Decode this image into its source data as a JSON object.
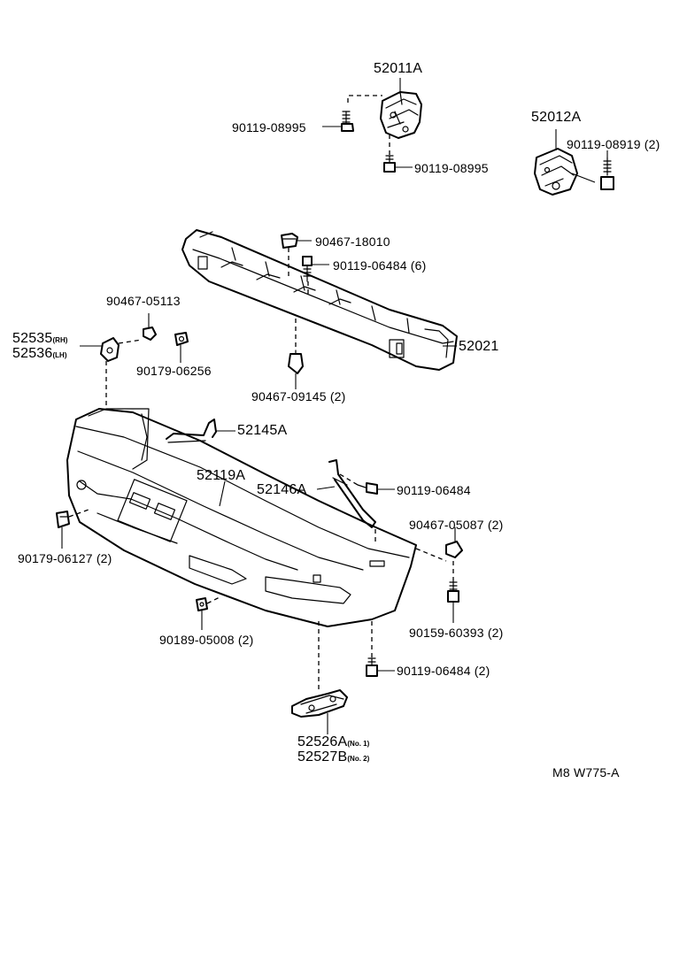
{
  "parts": {
    "p52011A": "52011A",
    "p52012A": "52012A",
    "p90119_08995_a": "90119-08995",
    "p90119_08995_b": "90119-08995",
    "p90119_08919": "90119-08919 (2)",
    "p90467_18010": "90467-18010",
    "p90119_06484_6": "90119-06484 (6)",
    "p90467_05113": "90467-05113",
    "p52535": "52535",
    "p52535_sub": "(RH)",
    "p52536": "52536",
    "p52536_sub": "(LH)",
    "p90179_06256": "90179-06256",
    "p52021": "52021",
    "p90467_09145": "90467-09145 (2)",
    "p52145A": "52145A",
    "p52119A": "52119A",
    "p52146A": "52146A",
    "p90119_06484": "90119-06484",
    "p90467_05087": "90467-05087 (2)",
    "p90179_06127": "90179-06127 (2)",
    "p90159_60393": "90159-60393 (2)",
    "p90189_05008": "90189-05008 (2)",
    "p90119_06484_2": "90119-06484 (2)",
    "p52526A": "52526A",
    "p52526A_sub": "(No. 1)",
    "p52527B": "52527B",
    "p52527B_sub": "(No. 2)"
  },
  "diagram_code": "M8 W775-A"
}
